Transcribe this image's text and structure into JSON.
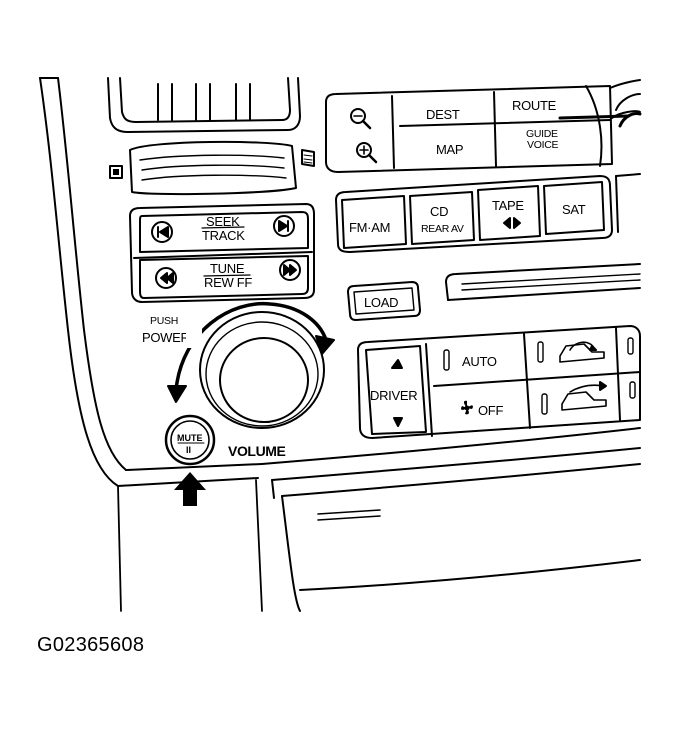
{
  "colors": {
    "ink": "#000000",
    "paper": "#ffffff"
  },
  "icons": {
    "zoom_out": "magnifier-minus-icon",
    "zoom_in": "magnifier-plus-icon",
    "seek_back": "skip-back-icon",
    "seek_forward": "skip-forward-icon",
    "rew": "rewind-icon",
    "ff": "fast-forward-icon",
    "tape_dir": "left-right-triangles-icon",
    "driver_up": "up-triangle-icon",
    "driver_down": "down-triangle-icon",
    "fan": "fan-icon",
    "recirc": "car-recirculation-icon",
    "fresh": "car-fresh-air-icon",
    "pointer": "up-arrow-icon",
    "rotation": "curved-arrow-icon"
  },
  "nav": {
    "dest": "DEST",
    "route": "ROUTE",
    "map": "MAP",
    "guide": "GUIDE",
    "voice": "VOICE"
  },
  "audio": {
    "fm_am": "FM·AM",
    "cd": "CD",
    "rear_av": "REAR AV",
    "tape": "TAPE",
    "sat": "SAT"
  },
  "seek": {
    "seek": "SEEK",
    "track": "TRACK",
    "tune": "TUNE",
    "rew_ff": "REW FF"
  },
  "knob": {
    "push": "PUSH",
    "power": "POWER",
    "volume": "VOLUME"
  },
  "load": "LOAD",
  "climate": {
    "driver": "DRIVER",
    "auto": "AUTO",
    "off": "OFF"
  },
  "mute": {
    "label": "MUTE",
    "symbol": "II"
  },
  "figure_id": "G02365608"
}
